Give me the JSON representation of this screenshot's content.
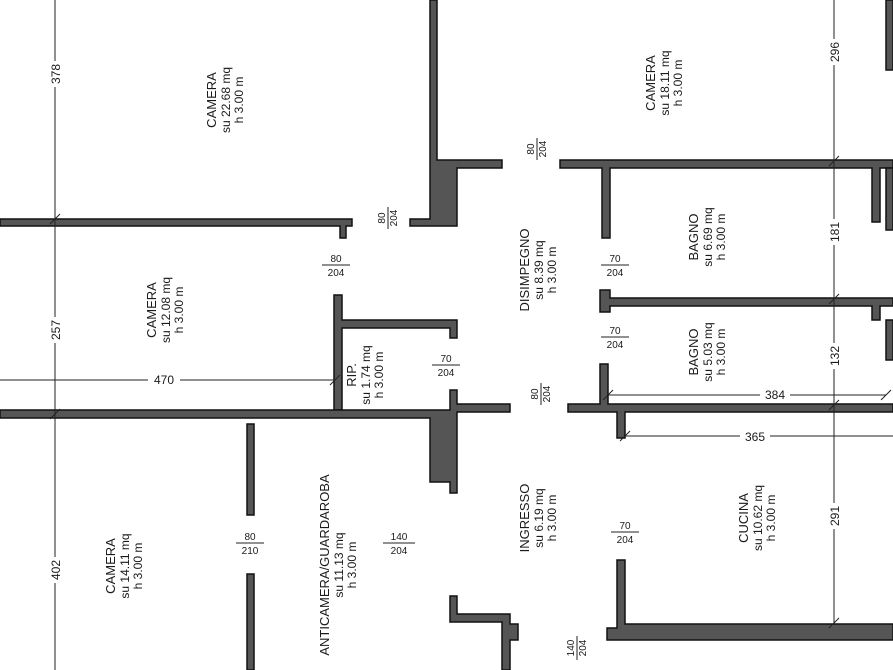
{
  "rooms": [
    {
      "name": "CAMERA",
      "area": "su 22.68 mq",
      "height": "h 3.00 m"
    },
    {
      "name": "CAMERA",
      "area": "su 18.11 mq",
      "height": "h 3.00 m"
    },
    {
      "name": "CAMERA",
      "area": "su 12.08 mq",
      "height": "h 3.00 m"
    },
    {
      "name": "DISIMPEGNO",
      "area": "su 8.39 mq",
      "height": "h 3.00 m"
    },
    {
      "name": "BAGNO",
      "area": "su 6.69 mq",
      "height": "h 3.00 m"
    },
    {
      "name": "BAGNO",
      "area": "su 5.03 mq",
      "height": "h 3.00 m"
    },
    {
      "name": "RIP.",
      "area": "su 1.74 mq",
      "height": "h 3.00 m"
    },
    {
      "name": "CAMERA",
      "area": "su 14.11 mq",
      "height": "h 3.00 m"
    },
    {
      "name": "ANTICAMERA/GUARDAROBA",
      "area": "su 11.13 mq",
      "height": "h 3.00 m"
    },
    {
      "name": "INGRESSO",
      "area": "su 6.19 mq",
      "height": "h 3.00 m"
    },
    {
      "name": "CUCINA",
      "area": "su 10.62 mq",
      "height": "h 3.00 m"
    }
  ],
  "dimensions": [
    "378",
    "257",
    "402",
    "470",
    "296",
    "181",
    "132",
    "291",
    "384",
    "365"
  ],
  "doors": [
    {
      "w": "80",
      "h": "204"
    },
    {
      "w": "80",
      "h": "204"
    },
    {
      "w": "80",
      "h": "204"
    },
    {
      "w": "70",
      "h": "204"
    },
    {
      "w": "70",
      "h": "204"
    },
    {
      "w": "70",
      "h": "204"
    },
    {
      "w": "80",
      "h": "204"
    },
    {
      "w": "80",
      "h": "210"
    },
    {
      "w": "140",
      "h": "204"
    },
    {
      "w": "70",
      "h": "204"
    },
    {
      "w": "140",
      "h": "204"
    }
  ]
}
